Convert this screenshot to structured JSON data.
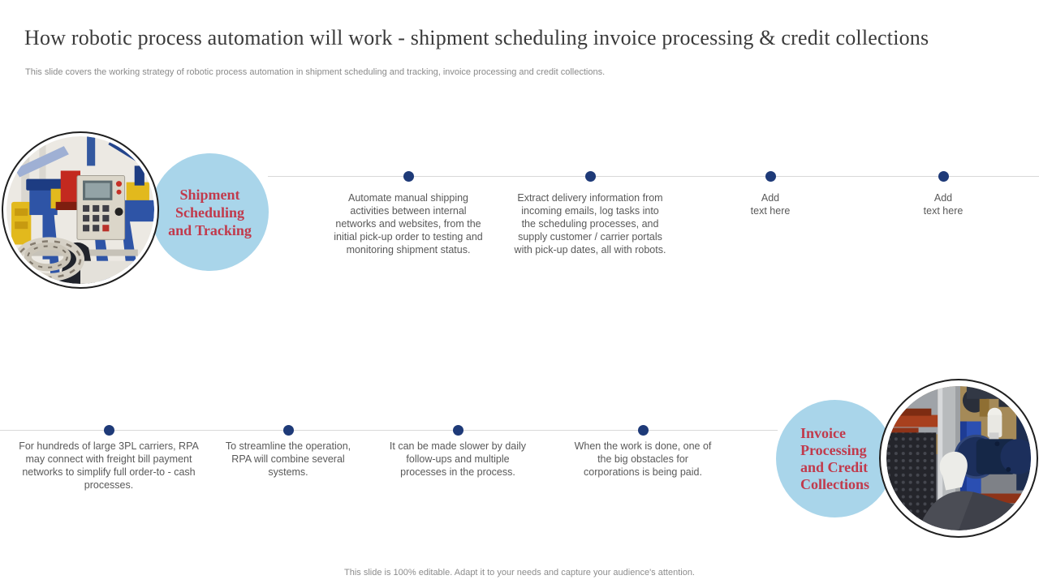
{
  "slide": {
    "title": "How robotic process automation will work - shipment scheduling invoice processing & credit collections",
    "subtitle": "This slide covers the working strategy of robotic process automation in shipment scheduling and tracking, invoice processing and credit collections.",
    "footer": "This slide is 100% editable.  Adapt it to your needs and capture your audience's attention."
  },
  "colors": {
    "accent_light_blue": "#A9D5EA",
    "accent_red": "#C13A4C",
    "dot_navy": "#1E3A78",
    "timeline_gray": "#D9D9D9",
    "body_text_gray": "#595959"
  },
  "icons": {
    "top_left_photo": "industrial-machinery-photo",
    "bottom_right_photo": "technician-repairing-pump-photo",
    "timeline_marker": "navy-circle-dot"
  },
  "top_track": {
    "label": "Shipment\nScheduling\nand Tracking",
    "items": [
      "Automate manual shipping activities between internal networks and websites, from the initial pick-up order to testing and monitoring shipment status.",
      "Extract delivery information from incoming emails, log tasks into the scheduling processes, and supply customer / carrier portals with pick-up dates, all with robots.",
      "Add\ntext here",
      "Add\ntext here"
    ]
  },
  "bottom_track": {
    "label": "Invoice\nProcessing\nand Credit\nCollections",
    "items": [
      "For hundreds of large 3PL carriers, RPA may connect with freight bill payment networks to simplify full order-to - cash processes.",
      "To streamline the operation, RPA will combine several systems.",
      "It can be made slower by daily follow-ups and multiple processes in the process.",
      "When the work is done, one of the big obstacles for corporations is being paid."
    ]
  }
}
